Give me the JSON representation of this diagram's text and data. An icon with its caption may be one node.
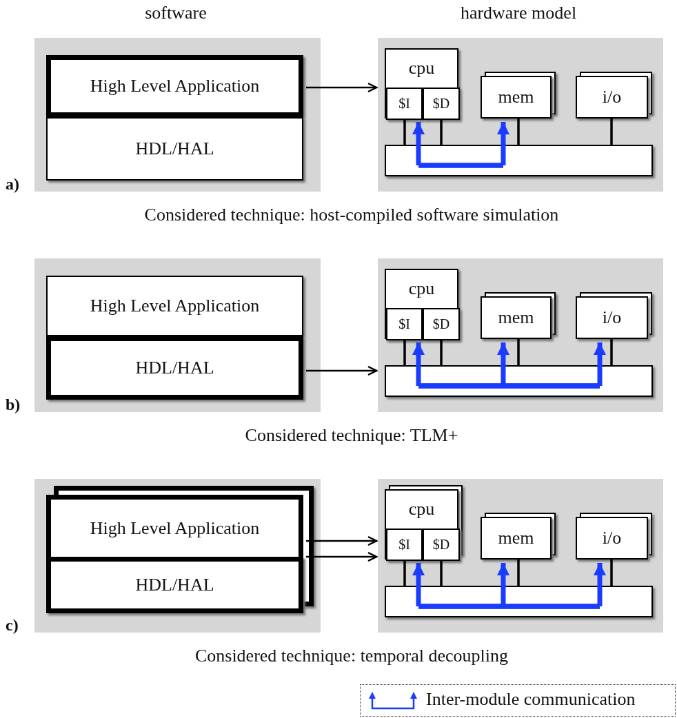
{
  "diagram": {
    "nodes": [
      {
        "text": [],
        "shape": "box"
      },
      {
        "text": [
          "High Level Application"
        ],
        "in": 0
      },
      {
        "text": [
          "HDL/HAL"
        ],
        "in": 0
      },
      {
        "text": [],
        "shape": "box"
      },
      {
        "text": [
          "cpu"
        ],
        "in": 3
      },
      {
        "text": [
          "$I"
        ],
        "in": 4
      },
      {
        "text": [
          "$D"
        ],
        "in": 4
      },
      {
        "text": [
          "mem"
        ],
        "in": 3
      },
      {
        "text": [
          "i/o"
        ],
        "in": 3
      },
      {
        "text": [],
        "shape": "bar",
        "in": 3
      },
      {
        "text": [],
        "shape": "box"
      },
      {
        "text": [
          "High Level Application"
        ],
        "in": 10
      },
      {
        "text": [
          "HDL/HAL"
        ],
        "in": 10
      },
      {
        "text": [],
        "shape": "box"
      },
      {
        "text": [
          "cpu"
        ],
        "in": 13
      },
      {
        "text": [
          "$I"
        ],
        "in": 14
      },
      {
        "text": [
          "$D"
        ],
        "in": 14
      },
      {
        "text": [
          "mem"
        ],
        "in": 13
      },
      {
        "text": [
          "i/o"
        ],
        "in": 13
      },
      {
        "text": [],
        "shape": "bar",
        "in": 13
      },
      {
        "text": [],
        "shape": "box"
      },
      {
        "text": [
          "High Level Application"
        ],
        "in": 20
      },
      {
        "text": [
          "HDL/HAL"
        ],
        "in": 20
      },
      {
        "text": [],
        "shape": "box"
      },
      {
        "text": [
          "cpu"
        ],
        "in": 23
      },
      {
        "text": [
          "$I"
        ],
        "in": 24
      },
      {
        "text": [
          "$D"
        ],
        "in": 24
      },
      {
        "text": [
          "mem"
        ],
        "in": 23
      },
      {
        "text": [
          "i/o"
        ],
        "in": 23
      },
      {
        "text": [],
        "shape": "bar",
        "in": 23
      }
    ],
    "edges": [
      {
        "from": 1,
        "to": 3,
        "arrow": "to"
      },
      {
        "from": 5,
        "to": 9,
        "arrow": "none"
      },
      {
        "from": 6,
        "to": 9,
        "arrow": "none"
      },
      {
        "from": 7,
        "to": 9,
        "arrow": "none"
      },
      {
        "from": 8,
        "to": 9,
        "arrow": "none"
      },
      {
        "from": 9,
        "to": 5,
        "arrow": "to",
        "style": "thick",
        "color": "#1a3cff"
      },
      {
        "from": 9,
        "to": 7,
        "arrow": "to",
        "style": "thick",
        "color": "#1a3cff"
      },
      {
        "from": 12,
        "to": 13,
        "arrow": "to"
      },
      {
        "from": 15,
        "to": 19,
        "arrow": "none"
      },
      {
        "from": 16,
        "to": 19,
        "arrow": "none"
      },
      {
        "from": 17,
        "to": 19,
        "arrow": "none"
      },
      {
        "from": 18,
        "to": 19,
        "arrow": "none"
      },
      {
        "from": 19,
        "to": 15,
        "arrow": "to",
        "style": "thick",
        "color": "#1a3cff"
      },
      {
        "from": 19,
        "to": 17,
        "arrow": "to",
        "style": "thick",
        "color": "#1a3cff"
      },
      {
        "from": 19,
        "to": 18,
        "arrow": "to",
        "style": "thick",
        "color": "#1a3cff"
      },
      {
        "from": 21,
        "to": 23,
        "arrow": "to"
      },
      {
        "from": 22,
        "to": 23,
        "arrow": "to"
      },
      {
        "from": 25,
        "to": 29,
        "arrow": "none"
      },
      {
        "from": 26,
        "to": 29,
        "arrow": "none"
      },
      {
        "from": 27,
        "to": 29,
        "arrow": "none"
      },
      {
        "from": 28,
        "to": 29,
        "arrow": "none"
      },
      {
        "from": 29,
        "to": 25,
        "arrow": "to",
        "style": "thick",
        "color": "#1a3cff"
      },
      {
        "from": 29,
        "to": 27,
        "arrow": "to",
        "style": "thick",
        "color": "#1a3cff"
      },
      {
        "from": 29,
        "to": 28,
        "arrow": "to",
        "style": "thick",
        "color": "#1a3cff"
      }
    ],
    "labels": [
      "software",
      "hardware model",
      "a)",
      "Considered technique: host-compiled software simulation",
      "b)",
      "Considered technique: TLM+",
      "c)",
      "Considered technique: temporal decoupling"
    ],
    "legend": [
      {
        "text": "Inter-module communication"
      }
    ]
  }
}
